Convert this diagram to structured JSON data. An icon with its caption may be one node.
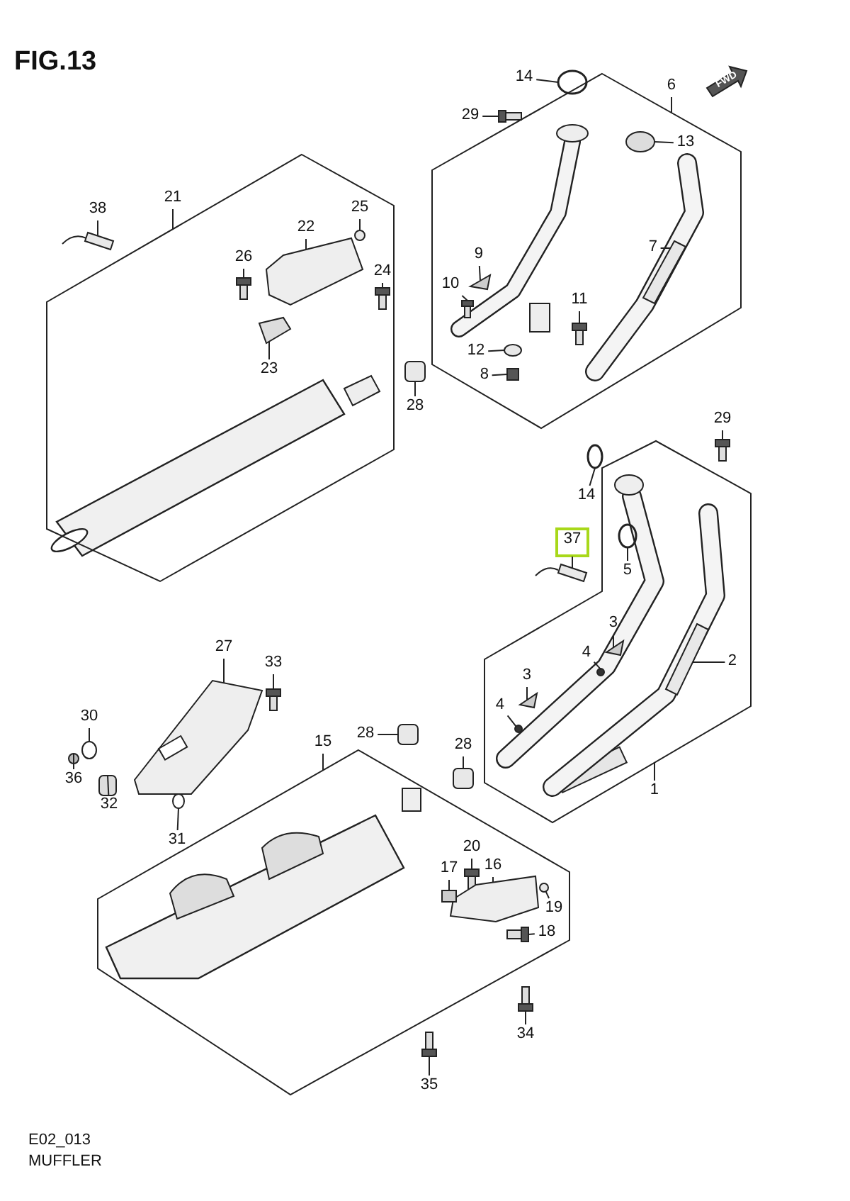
{
  "diagram": {
    "title": "FIG.13",
    "nodes": [
      {
        "text": [],
        "shape": "box"
      },
      {
        "text": [],
        "shape": "box"
      },
      {
        "text": [],
        "shape": "box"
      },
      {
        "text": [],
        "shape": "box"
      },
      {
        "text": [
          "14"
        ]
      },
      {
        "text": [
          "6"
        ]
      },
      {
        "text": [
          "29"
        ]
      },
      {
        "text": [
          "13"
        ],
        "in": 1
      },
      {
        "text": [
          "21"
        ]
      },
      {
        "text": [
          "25"
        ],
        "in": 0
      },
      {
        "text": [
          "38"
        ]
      },
      {
        "text": [
          "22"
        ],
        "in": 0
      },
      {
        "text": [
          "7"
        ],
        "in": 1
      },
      {
        "text": [
          "9"
        ],
        "in": 1
      },
      {
        "text": [
          "26"
        ],
        "in": 0
      },
      {
        "text": [
          "24"
        ],
        "in": 0
      },
      {
        "text": [
          "10"
        ],
        "in": 1
      },
      {
        "text": [
          "11"
        ],
        "in": 1
      },
      {
        "text": [
          "12"
        ],
        "in": 1
      },
      {
        "text": [
          "23"
        ],
        "in": 0
      },
      {
        "text": [
          "8"
        ],
        "in": 1
      },
      {
        "text": [
          "28"
        ]
      },
      {
        "text": [
          "29"
        ]
      },
      {
        "text": [
          "14"
        ]
      },
      {
        "text": [
          "37"
        ]
      },
      {
        "text": [
          "5"
        ],
        "in": 2
      },
      {
        "text": [
          "3"
        ],
        "in": 2
      },
      {
        "text": [
          "27"
        ]
      },
      {
        "text": [
          "4"
        ],
        "in": 2
      },
      {
        "text": [
          "33"
        ]
      },
      {
        "text": [
          "2"
        ],
        "in": 2
      },
      {
        "text": [
          "3"
        ],
        "in": 2
      },
      {
        "text": [
          "4"
        ],
        "in": 2
      },
      {
        "text": [
          "30"
        ]
      },
      {
        "text": [
          "28"
        ]
      },
      {
        "text": [
          "15"
        ]
      },
      {
        "text": [
          "28"
        ]
      },
      {
        "text": [
          "36"
        ]
      },
      {
        "text": [
          "1"
        ]
      },
      {
        "text": [
          "32"
        ]
      },
      {
        "text": [
          "31"
        ]
      },
      {
        "text": [
          "20"
        ],
        "in": 3
      },
      {
        "text": [
          "16"
        ],
        "in": 3
      },
      {
        "text": [
          "17"
        ],
        "in": 3
      },
      {
        "text": [
          "19"
        ],
        "in": 3
      },
      {
        "text": [
          "18"
        ],
        "in": 3
      },
      {
        "text": [
          "34"
        ]
      },
      {
        "text": [
          "35"
        ]
      },
      {
        "text": [],
        "shape": "circle"
      },
      {
        "text": [],
        "shape": "picture"
      },
      {
        "text": [],
        "shape": "circle",
        "in": 1
      },
      {
        "text": [],
        "shape": "circle",
        "in": 0
      },
      {
        "text": [],
        "shape": "picture"
      },
      {
        "text": [],
        "shape": "picture",
        "in": 0
      },
      {
        "text": [],
        "shape": "picture",
        "in": 1
      },
      {
        "text": [],
        "shape": "picture",
        "in": 1
      },
      {
        "text": [],
        "shape": "picture",
        "in": 0
      },
      {
        "text": [],
        "shape": "picture",
        "in": 0
      },
      {
        "text": [],
        "shape": "picture",
        "in": 1
      },
      {
        "text": [],
        "shape": "picture",
        "in": 1
      },
      {
        "text": [],
        "shape": "circle",
        "in": 1
      },
      {
        "text": [],
        "shape": "picture",
        "in": 0
      },
      {
        "text": [],
        "shape": "box",
        "in": 1
      },
      {
        "text": [],
        "shape": "box"
      },
      {
        "text": [],
        "shape": "picture"
      },
      {
        "text": [],
        "shape": "circle"
      },
      {
        "text": [],
        "shape": "picture"
      },
      {
        "text": [],
        "shape": "circle",
        "in": 2
      },
      {
        "text": [],
        "shape": "picture",
        "in": 2
      },
      {
        "text": [],
        "shape": "picture"
      },
      {
        "text": [],
        "shape": "circle",
        "in": 2
      },
      {
        "text": [],
        "shape": "picture"
      },
      {
        "text": [],
        "shape": "picture",
        "in": 2
      },
      {
        "text": [],
        "shape": "picture",
        "in": 2
      },
      {
        "text": [],
        "shape": "circle",
        "in": 2
      },
      {
        "text": [],
        "shape": "circle"
      },
      {
        "text": [],
        "shape": "box"
      },
      {
        "text": [],
        "shape": "box"
      },
      {
        "text": [],
        "shape": "circle"
      },
      {
        "text": [],
        "shape": "box"
      },
      {
        "text": [],
        "shape": "circle"
      },
      {
        "text": [],
        "shape": "picture",
        "in": 3
      },
      {
        "text": [],
        "shape": "picture",
        "in": 3
      },
      {
        "text": [],
        "shape": "box",
        "in": 3
      },
      {
        "text": [],
        "shape": "circle",
        "in": 3
      },
      {
        "text": [],
        "shape": "picture",
        "in": 3
      },
      {
        "text": [],
        "shape": "picture"
      },
      {
        "text": [],
        "shape": "picture"
      }
    ],
    "edges": [
      {
        "from": 4,
        "to": 48,
        "arrow": "none"
      },
      {
        "from": 5,
        "to": 1,
        "arrow": "none"
      },
      {
        "from": 6,
        "to": 49,
        "arrow": "none"
      },
      {
        "from": 7,
        "to": 50,
        "arrow": "none"
      },
      {
        "from": 8,
        "to": 0,
        "arrow": "none"
      },
      {
        "from": 9,
        "to": 51,
        "arrow": "none"
      },
      {
        "from": 10,
        "to": 52,
        "arrow": "none"
      },
      {
        "from": 11,
        "to": 53,
        "arrow": "none"
      },
      {
        "from": 12,
        "to": 54,
        "arrow": "none"
      },
      {
        "from": 13,
        "to": 55,
        "arrow": "none"
      },
      {
        "from": 14,
        "to": 56,
        "arrow": "none"
      },
      {
        "from": 15,
        "to": 57,
        "arrow": "none"
      },
      {
        "from": 16,
        "to": 58,
        "arrow": "none"
      },
      {
        "from": 17,
        "to": 59,
        "arrow": "none"
      },
      {
        "from": 18,
        "to": 60,
        "arrow": "none"
      },
      {
        "from": 19,
        "to": 61,
        "arrow": "none"
      },
      {
        "from": 20,
        "to": 62,
        "arrow": "none"
      },
      {
        "from": 21,
        "to": 63,
        "arrow": "none"
      },
      {
        "from": 22,
        "to": 64,
        "arrow": "none"
      },
      {
        "from": 23,
        "to": 65,
        "arrow": "none"
      },
      {
        "from": 24,
        "to": 66,
        "arrow": "none"
      },
      {
        "from": 25,
        "to": 67,
        "arrow": "none"
      },
      {
        "from": 26,
        "to": 68,
        "arrow": "none"
      },
      {
        "from": 27,
        "to": 69,
        "arrow": "none"
      },
      {
        "from": 28,
        "to": 70,
        "arrow": "none"
      },
      {
        "from": 29,
        "to": 71,
        "arrow": "none"
      },
      {
        "from": 30,
        "to": 72,
        "arrow": "none"
      },
      {
        "from": 31,
        "to": 73,
        "arrow": "none"
      },
      {
        "from": 32,
        "to": 74,
        "arrow": "none"
      },
      {
        "from": 33,
        "to": 75,
        "arrow": "none"
      },
      {
        "from": 34,
        "to": 76,
        "arrow": "none"
      },
      {
        "from": 35,
        "to": 3,
        "arrow": "none"
      },
      {
        "from": 36,
        "to": 77,
        "arrow": "none"
      },
      {
        "from": 37,
        "to": 78,
        "arrow": "none"
      },
      {
        "from": 38,
        "to": 2,
        "arrow": "none"
      },
      {
        "from": 39,
        "to": 79,
        "arrow": "none"
      },
      {
        "from": 40,
        "to": 80,
        "arrow": "none"
      },
      {
        "from": 41,
        "to": 81,
        "arrow": "none"
      },
      {
        "from": 42,
        "to": 82,
        "arrow": "none"
      },
      {
        "from": 43,
        "to": 83,
        "arrow": "none"
      },
      {
        "from": 44,
        "to": 84,
        "arrow": "none"
      },
      {
        "from": 45,
        "to": 85,
        "arrow": "none"
      },
      {
        "from": 46,
        "to": 86,
        "arrow": "none"
      },
      {
        "from": 47,
        "to": 87,
        "arrow": "none"
      }
    ],
    "labels": [
      "FWD",
      "E02_013",
      "MUFFLER"
    ]
  }
}
